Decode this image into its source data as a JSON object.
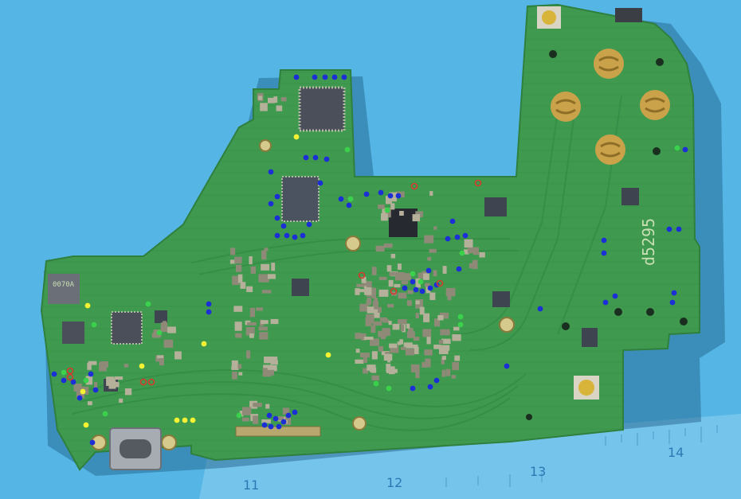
{
  "scene": {
    "description_colors": {
      "background": "#55b6e6",
      "pcb": "#3f9a4f",
      "pcb_dark": "#2f7f3e",
      "pad_gold": "#caa24a",
      "chip": "#4a4f59",
      "ruler": "#8fd0f0"
    }
  },
  "board": {
    "silk_label_main": "d5295",
    "silk_label_code": "0070A"
  },
  "ruler": {
    "numbers": [
      "11",
      "12",
      "13",
      "14"
    ]
  },
  "probe_dots": {
    "blue": "#1c2fd6",
    "green": "#3bd14c",
    "yellow": "#f4f232",
    "red": "#d3392c"
  }
}
